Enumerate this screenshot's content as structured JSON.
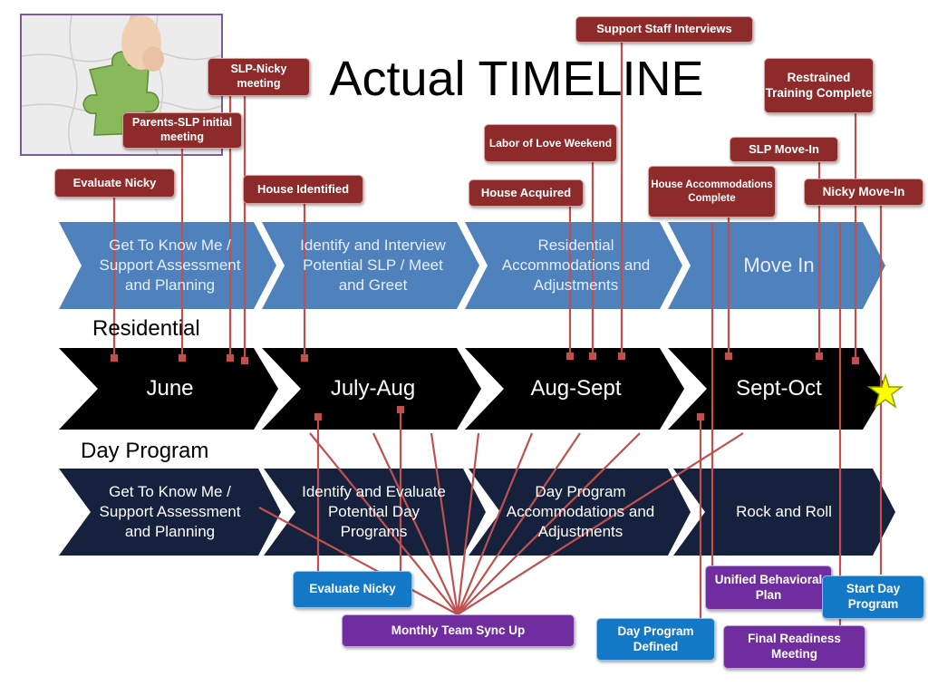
{
  "title": "Actual TIMELINE",
  "sections": {
    "residential": "Residential",
    "day_program": "Day Program"
  },
  "residential_phases": [
    "Get To Know Me / Support Assessment and Planning",
    "Identify and Interview Potential SLP / Meet and Greet",
    "Residential Accommodations and Adjustments",
    "Move In"
  ],
  "months": [
    "June",
    "July-Aug",
    "Aug-Sept",
    "Sept-Oct"
  ],
  "day_phases": [
    "Get To Know Me / Support Assessment and Planning",
    "Identify and Evaluate Potential Day Programs",
    "Day Program Accommodations and Adjustments",
    "Rock and Roll"
  ],
  "residential_callouts": {
    "evaluate_nicky": "Evaluate Nicky",
    "parents_slp": "Parents-SLP initial meeting",
    "slp_nicky": "SLP-Nicky meeting",
    "house_identified": "House Identified",
    "house_acquired": "House Acquired",
    "labor_of_love": "Labor of Love Weekend",
    "support_staff": "Support Staff Interviews",
    "house_accommodations": "House Accommodations Complete",
    "slp_move_in": "SLP Move-In",
    "restrained_training": "Restrained Training Complete",
    "nicky_move_in": "Nicky Move-In"
  },
  "day_callouts": {
    "evaluate_nicky": "Evaluate Nicky",
    "monthly_sync": "Monthly Team Sync Up",
    "day_program_defined": "Day Program Defined",
    "unified_plan": "Unified Behavioral Plan",
    "final_readiness": "Final Readiness Meeting",
    "start_day_program": "Start Day Program"
  },
  "colors": {
    "residential_chevron": "#4f81bd",
    "month_chevron": "#000000",
    "day_chevron": "#16213d",
    "callout_red": "#8d2b2b",
    "callout_blue": "#1378c6",
    "callout_purple": "#6f2d9f",
    "connector": "#c0504d",
    "star": "#ffff00"
  },
  "icons": {
    "photo": "puzzle-piece-photo",
    "milestone": "star-icon"
  }
}
